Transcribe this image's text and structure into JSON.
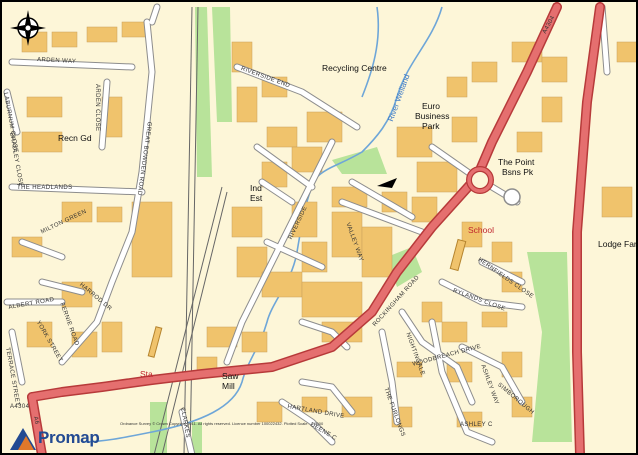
{
  "map": {
    "colors": {
      "background": "#fdf6d8",
      "building": "#f0c36c",
      "road_a": "#e56f6f",
      "road_a_casing": "#b73a3a",
      "road_minor": "#ffffff",
      "road_minor_casing": "#8d8d8d",
      "green": "#b8e39a",
      "river": "#6ea6d8",
      "text": "#222222",
      "school_text": "#c0262d"
    },
    "labels": {
      "recycling_centre": "Recycling Centre",
      "euro_business_park_1": "Euro",
      "euro_business_park_2": "Business",
      "euro_business_park_3": "Park",
      "river_welland": "River Welland",
      "the_point_1": "The Point",
      "the_point_2": "Bsns Pk",
      "ind_est_1": "Ind",
      "ind_est_2": "Est",
      "recn_gd": "Recn Gd",
      "school": "School",
      "lodge_farm": "Lodge Far",
      "saw_mill_1": "Saw",
      "saw_mill_2": "Mill",
      "sta": "Sta"
    },
    "road_labels": {
      "arden_way": "ARDEN WAY",
      "arden_close": "ARDEN CLOSE",
      "riverside_end": "RIVERSIDE END",
      "riverside": "RIVERSIDE",
      "the_headlands": "THE HEADLANDS",
      "great_bowden_road": "GREAT BOWDEN ROAD",
      "valley_way": "VALLEY WAY",
      "rockingham_road": "ROCKINGHAM ROAD",
      "hartland_drive": "HARTLAND DRIVE",
      "woodbreach_drive": "WOODBREACH DRIVE",
      "the_furlongs": "THE FURLONGS",
      "ashley_way": "ASHLEY WAY",
      "simborough": "SIMBOROUGH",
      "nightingale": "NIGHTINGALE",
      "a4304": "A4304",
      "a4304_bottom": "A4304",
      "a6": "A6",
      "hernfields_close": "HERNFIELDS CLOSE",
      "laburnum_close": "LABURNUM CLOSE",
      "bradley_close": "BRADLEY CLOSE",
      "fernie_road": "FERNIE ROAD",
      "york_street": "YORK STREET",
      "albert_road": "ALBERT ROAD",
      "ashley_c": "ASHLEY C",
      "deene_c": "DEENE C",
      "clarkes": "CLARKES",
      "rylands_close": "RYLANDS CLOSE",
      "harrod_dr": "HARROD DR",
      "milton_green": "MILTON GREEN",
      "terrace_street": "TERRACE STREET"
    },
    "credit": "Ordnance Survey © Crown Copyright 2011. All rights reserved. Licence number 100022432. Plotted Scale - 1:5000",
    "logo_text": "Promap",
    "compass_icon": "north-arrow-compass-icon"
  }
}
